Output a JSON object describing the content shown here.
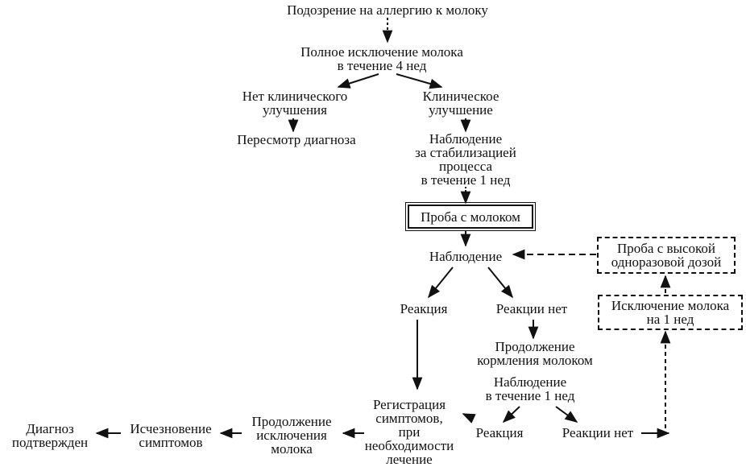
{
  "nodes": {
    "suspicion": "Подозрение на аллергию к молоку",
    "full_exclusion": [
      "Полное исключение молока",
      "в течение 4 нед"
    ],
    "no_improvement": [
      "Нет клинического",
      "улучшения"
    ],
    "improvement": [
      "Клиническое",
      "улучшение"
    ],
    "revise_diagnosis": "Пересмотр диагноза",
    "stabilization_obs": [
      "Наблюдение",
      "за стабилизацией",
      "процесса",
      "в течение 1 нед"
    ],
    "milk_test": "Проба с молоком",
    "observation_1": "Наблюдение",
    "high_dose_test": [
      "Проба с высокой",
      "одноразовой дозой"
    ],
    "reaction_1": "Реакция",
    "no_reaction_1": "Реакции нет",
    "exclusion_1wk": [
      "Исключение молока",
      "на 1 нед"
    ],
    "continue_feeding": [
      "Продолжение",
      "кормления молоком"
    ],
    "observation_2": [
      "Наблюдение",
      "в течение 1 нед"
    ],
    "register_symptoms": [
      "Регистрация",
      "симптомов,",
      "при",
      "необходимости",
      "лечение"
    ],
    "reaction_2": "Реакция",
    "no_reaction_2": "Реакции нет",
    "continue_exclusion": [
      "Продолжение",
      "исключения",
      "молока"
    ],
    "symptoms_gone": [
      "Исчезновение",
      "симптомов"
    ],
    "diagnosis_confirmed": [
      "Диагноз",
      "подтвержден"
    ]
  },
  "colors": {
    "ink": "#111111",
    "background": "#ffffff"
  }
}
